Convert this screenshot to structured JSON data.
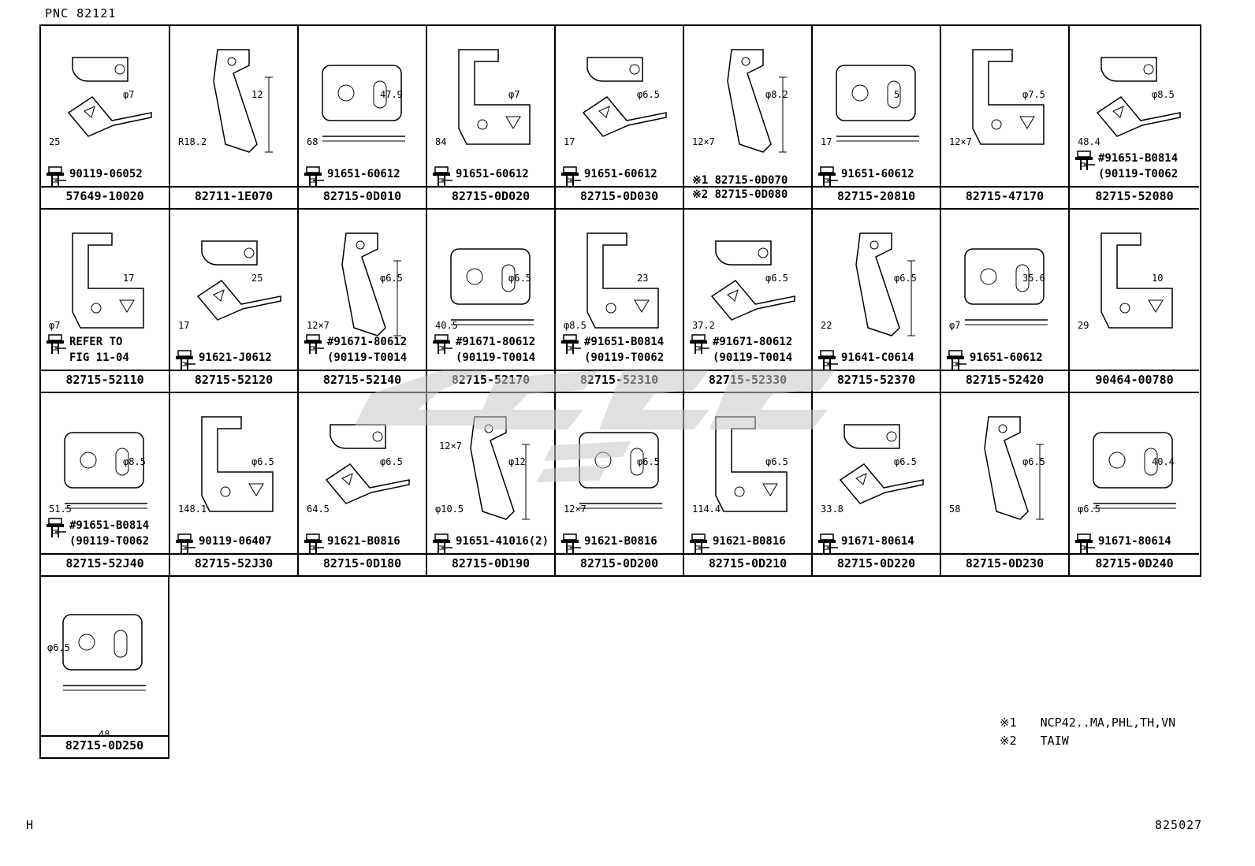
{
  "header": {
    "pnc": "PNC 82121"
  },
  "footer": {
    "left": "H",
    "right": "825027"
  },
  "notes": [
    {
      "mark": "※1",
      "text": "NCP42..MA,PHL,TH,VN"
    },
    {
      "mark": "※2",
      "text": "TAIW"
    }
  ],
  "rows": [
    [
      {
        "part": "57649-10020",
        "fastener": "90119-06052",
        "dims": [
          "φ7",
          "25"
        ]
      },
      {
        "part": "82711-1E070",
        "fastener": "",
        "dims": [
          "12",
          "R18.2"
        ]
      },
      {
        "part": "82715-0D010",
        "fastener": "91651-60612",
        "dims": [
          "47.9",
          "68"
        ]
      },
      {
        "part": "82715-0D020",
        "fastener": "91651-60612",
        "dims": [
          "φ7",
          "84"
        ]
      },
      {
        "part": "82715-0D030",
        "fastener": "91651-60612",
        "dims": [
          "φ6.5",
          "17"
        ]
      },
      {
        "part": "",
        "fastener": "",
        "dims": [
          "φ8.2",
          "12×7"
        ],
        "alts": [
          "※1 82715-0D070",
          "※2 82715-0D080"
        ]
      },
      {
        "part": "82715-20810",
        "fastener": "91651-60612",
        "dims": [
          "5",
          "17"
        ]
      },
      {
        "part": "82715-47170",
        "fastener": "",
        "dims": [
          "φ7.5",
          "12×7"
        ]
      },
      {
        "part": "82715-52080",
        "fastener": "#91651-B0814",
        "fastener2": "(90119-T0062",
        "dims": [
          "φ8.5",
          "48.4"
        ]
      }
    ],
    [
      {
        "part": "82715-52110",
        "fastener": "REFER TO",
        "fastener2": "FIG 11-04",
        "dims": [
          "17",
          "φ7"
        ]
      },
      {
        "part": "82715-52120",
        "fastener": "91621-J0612",
        "dims": [
          "25",
          "17"
        ]
      },
      {
        "part": "82715-52140",
        "fastener": "#91671-80612",
        "fastener2": "(90119-T0014",
        "dims": [
          "φ6.5",
          "12×7"
        ]
      },
      {
        "part": "82715-52170",
        "fastener": "#91671-80612",
        "fastener2": "(90119-T0014",
        "dims": [
          "φ6.5",
          "40.5"
        ]
      },
      {
        "part": "82715-52310",
        "fastener": "#91651-B0814",
        "fastener2": "(90119-T0062",
        "dims": [
          "23",
          "φ8.5"
        ]
      },
      {
        "part": "82715-52330",
        "fastener": "#91671-80612",
        "fastener2": "(90119-T0014",
        "dims": [
          "φ6.5",
          "37.2"
        ]
      },
      {
        "part": "82715-52370",
        "fastener": "91641-C0614",
        "dims": [
          "φ6.5",
          "22"
        ]
      },
      {
        "part": "82715-52420",
        "fastener": "91651-60612",
        "dims": [
          "35.6",
          "φ7"
        ]
      },
      {
        "part": "90464-00780",
        "fastener": "",
        "dims": [
          "10",
          "29"
        ]
      }
    ],
    [
      {
        "part": "82715-52J40",
        "fastener": "#91651-B0814",
        "fastener2": "(90119-T0062",
        "dims": [
          "φ8.5",
          "51.5"
        ]
      },
      {
        "part": "82715-52J30",
        "fastener": "90119-06407",
        "dims": [
          "φ6.5",
          "148.1"
        ]
      },
      {
        "part": "82715-0D180",
        "fastener": "91621-B0816",
        "dims": [
          "φ6.5",
          "64.5"
        ]
      },
      {
        "part": "82715-0D190",
        "fastener": "91651-41016(2)",
        "dims": [
          "φ12",
          "φ10.5",
          "12×7"
        ]
      },
      {
        "part": "82715-0D200",
        "fastener": "91621-B0816",
        "dims": [
          "φ6.5",
          "12×7"
        ]
      },
      {
        "part": "82715-0D210",
        "fastener": "91621-B0816",
        "dims": [
          "φ6.5",
          "114.4"
        ]
      },
      {
        "part": "82715-0D220",
        "fastener": "91671-80614",
        "dims": [
          "φ6.5",
          "33.8"
        ]
      },
      {
        "part": "82715-0D230",
        "fastener": "",
        "dims": [
          "φ6.5",
          "58"
        ]
      },
      {
        "part": "82715-0D240",
        "fastener": "91671-80614",
        "dims": [
          "40.4",
          "φ6.5"
        ]
      }
    ]
  ],
  "last": {
    "part": "82715-0D250",
    "dims": [
      "φ6.5",
      "48"
    ]
  },
  "watermark": {
    "color": "#c8c8c8"
  }
}
